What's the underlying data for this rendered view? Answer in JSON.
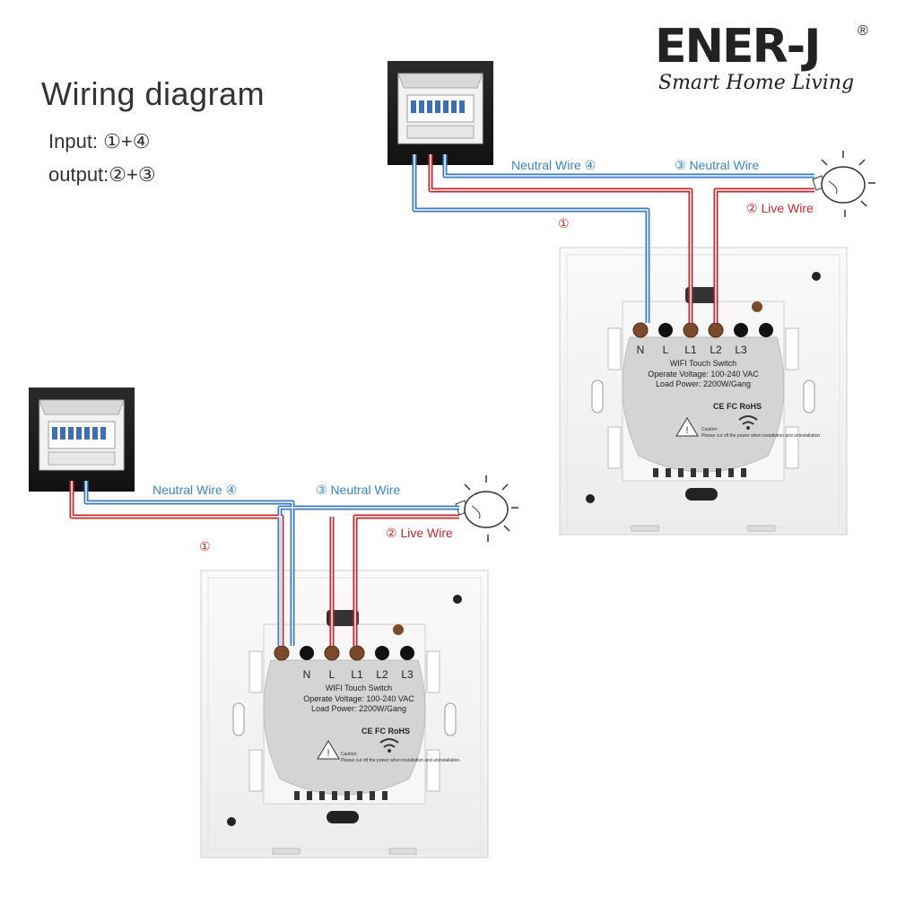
{
  "header": {
    "title": "Wiring diagram",
    "input_line": "Input:  ①+④",
    "output_line": "output:②+③"
  },
  "brand": {
    "logo_text": "ENER-J",
    "registered": "®",
    "tagline": "Smart Home Living"
  },
  "wire_labels": {
    "neutral_4": "Neutral Wire ④",
    "neutral_3": "③ Neutral Wire",
    "live_2": "② Live Wire",
    "marker_1": "①"
  },
  "switch_panel": {
    "terminals": [
      "N",
      "L",
      "L1",
      "L2",
      "L3"
    ],
    "model": "WIFI Touch Switch",
    "voltage": "Operate Voltage: 100-240 VAC",
    "load": "Load Power: 2200W/Gang",
    "certs": "CE FC RoHS",
    "caution_title": "Caution:",
    "caution_text": "Please cut off the power when installation and uninstallation."
  },
  "colors": {
    "neutral_wire": "#3b7bc4",
    "live_wire": "#c8282d",
    "label_blue": "#3a86c8",
    "label_red": "#c8282d"
  }
}
